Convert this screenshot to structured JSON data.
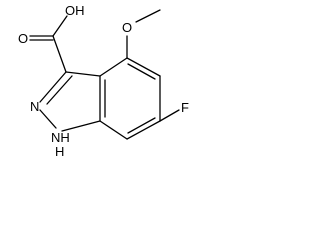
{
  "molecule": {
    "atoms": {
      "carboxyl_oh": "OH",
      "carboxyl_o": "O",
      "methoxy_o": "O",
      "ring_n": "N",
      "ring_nh": "NH",
      "ring_nh_h": "H",
      "fluorine": "F"
    }
  }
}
